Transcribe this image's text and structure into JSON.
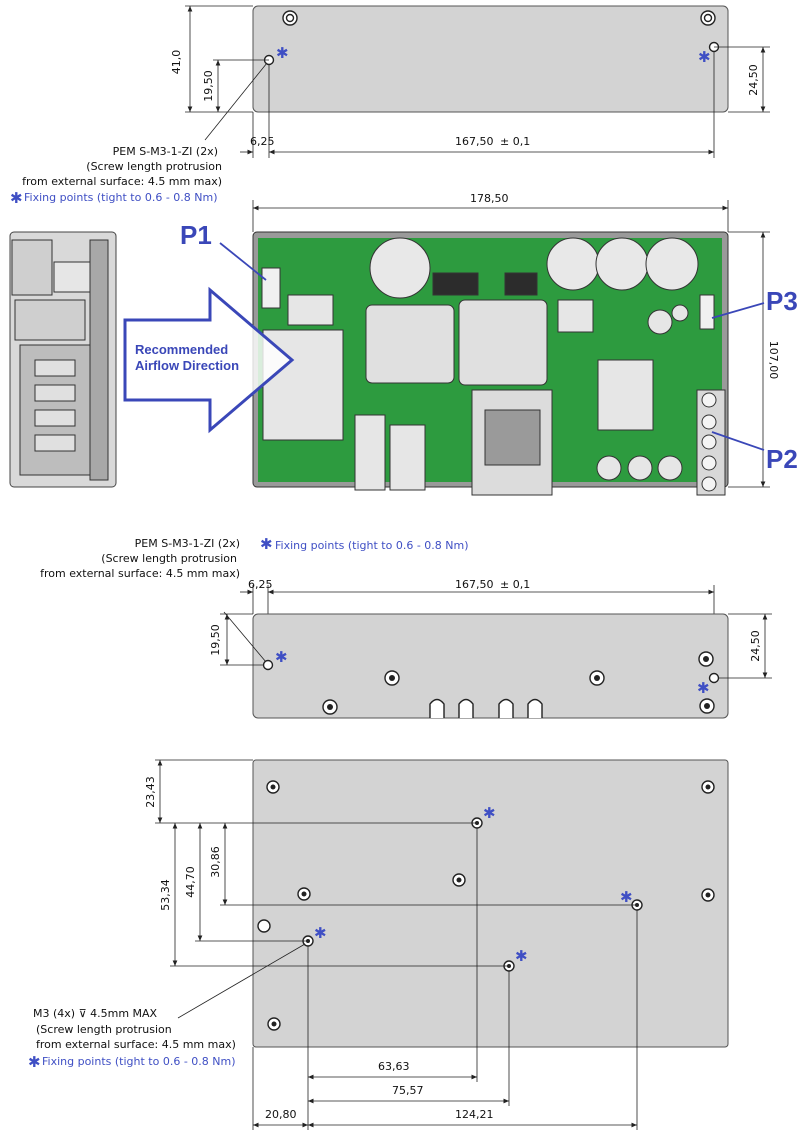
{
  "top_view": {
    "dim_height": "41,0",
    "dim_left_hole": "19,50",
    "dim_right_hole": "24,50",
    "dim_offset": "6,25",
    "dim_length": "167,50",
    "dim_tol": "± 0,1",
    "pem_label": "PEM S-M3-1-ZI (2x)",
    "screw_note_1": "(Screw length protrusion",
    "screw_note_2": "from external surface: 4.5 mm max)",
    "fixing_note": "Fixing points (tight to 0.6 - 0.8 Nm)"
  },
  "pcb_view": {
    "dim_width": "178,50",
    "dim_height": "107,00",
    "p1": "P1",
    "p2": "P2",
    "p3": "P3",
    "airflow_1": "Recommended",
    "airflow_2": "Airflow Direction"
  },
  "mid_view": {
    "pem_label": "PEM S-M3-1-ZI (2x)",
    "screw_note_1": "(Screw length protrusion",
    "screw_note_2": "from external surface: 4.5 mm max)",
    "fixing_note": "Fixing points (tight to 0.6 - 0.8 Nm)",
    "dim_offset": "6,25",
    "dim_length": "167,50",
    "dim_tol": "± 0,1",
    "dim_left_hole": "19,50",
    "dim_right_hole": "24,50"
  },
  "bottom_view": {
    "dim_a": "23,43",
    "dim_b": "53,34",
    "dim_c": "44,70",
    "dim_d": "30,86",
    "dim_e": "63,63",
    "dim_f": "75,57",
    "dim_g": "20,80",
    "dim_h": "124,21",
    "m3_label": "M3 (4x) ⊽ 4.5mm MAX",
    "screw_note_1": "(Screw length protrusion",
    "screw_note_2": "from external surface: 4.5 mm max)",
    "fixing_note": "Fixing points (tight to 0.6 - 0.8 Nm)"
  },
  "icons": {
    "star": "✱"
  },
  "colors": {
    "accent": "#3f4fc4",
    "pcb": "#2d9b3f",
    "panel": "#d3d3d3"
  }
}
